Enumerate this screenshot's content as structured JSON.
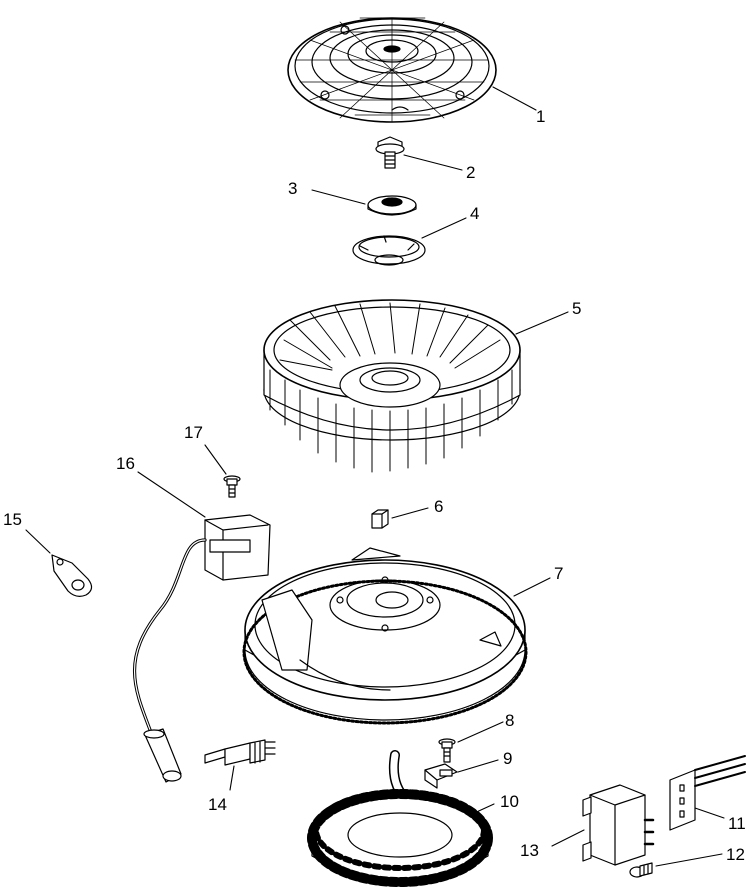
{
  "diagram": {
    "callouts": [
      "1",
      "2",
      "3",
      "4",
      "5",
      "6",
      "7",
      "8",
      "9",
      "10",
      "11",
      "12",
      "13",
      "14",
      "15",
      "16",
      "17"
    ]
  },
  "colors": {
    "line": "#000000",
    "fill": "#ffffff",
    "shade": "#e6e6e6"
  }
}
